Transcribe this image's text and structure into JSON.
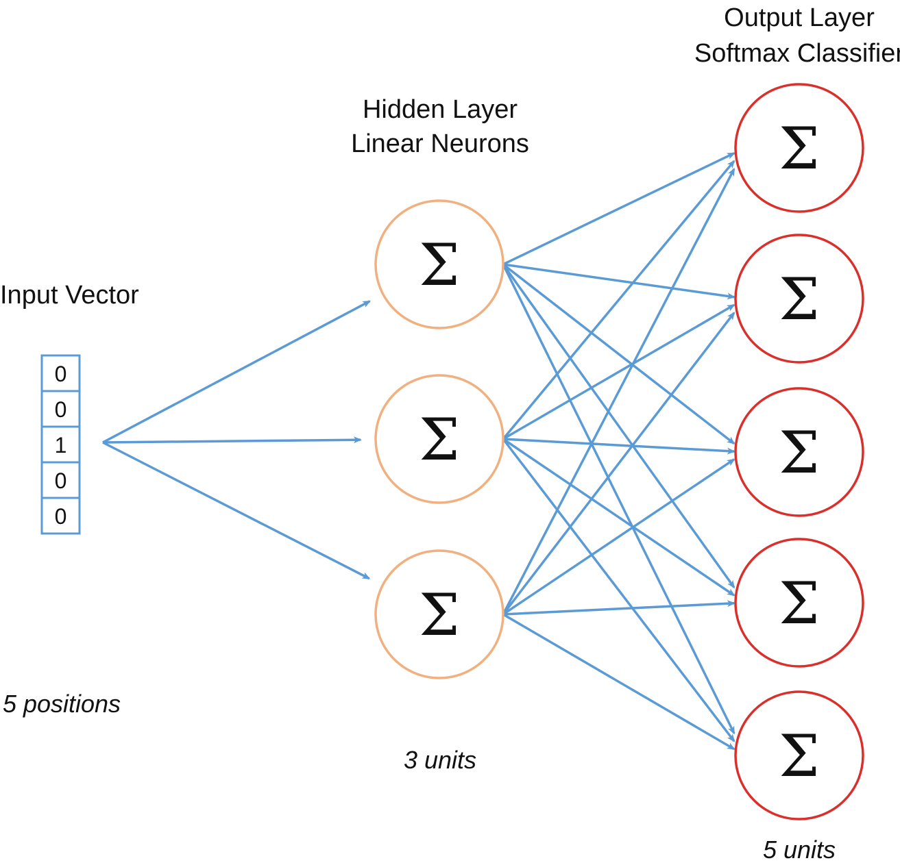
{
  "input": {
    "title": "Input Vector",
    "values": [
      "0",
      "0",
      "1",
      "0",
      "0"
    ],
    "caption": "5 positions"
  },
  "hidden": {
    "title_line1": "Hidden Layer",
    "title_line2": "Linear Neurons",
    "caption": "3 units",
    "count": 3,
    "symbol": "Σ",
    "stroke_color": "#f0b07f"
  },
  "output": {
    "title_line1": "Output Layer",
    "title_line2": "Softmax Classifier",
    "caption": "5 units",
    "count": 5,
    "symbol": "Σ",
    "stroke_color": "#d9302c"
  },
  "colors": {
    "edge": "#5b9bd5",
    "text": "#111111"
  }
}
